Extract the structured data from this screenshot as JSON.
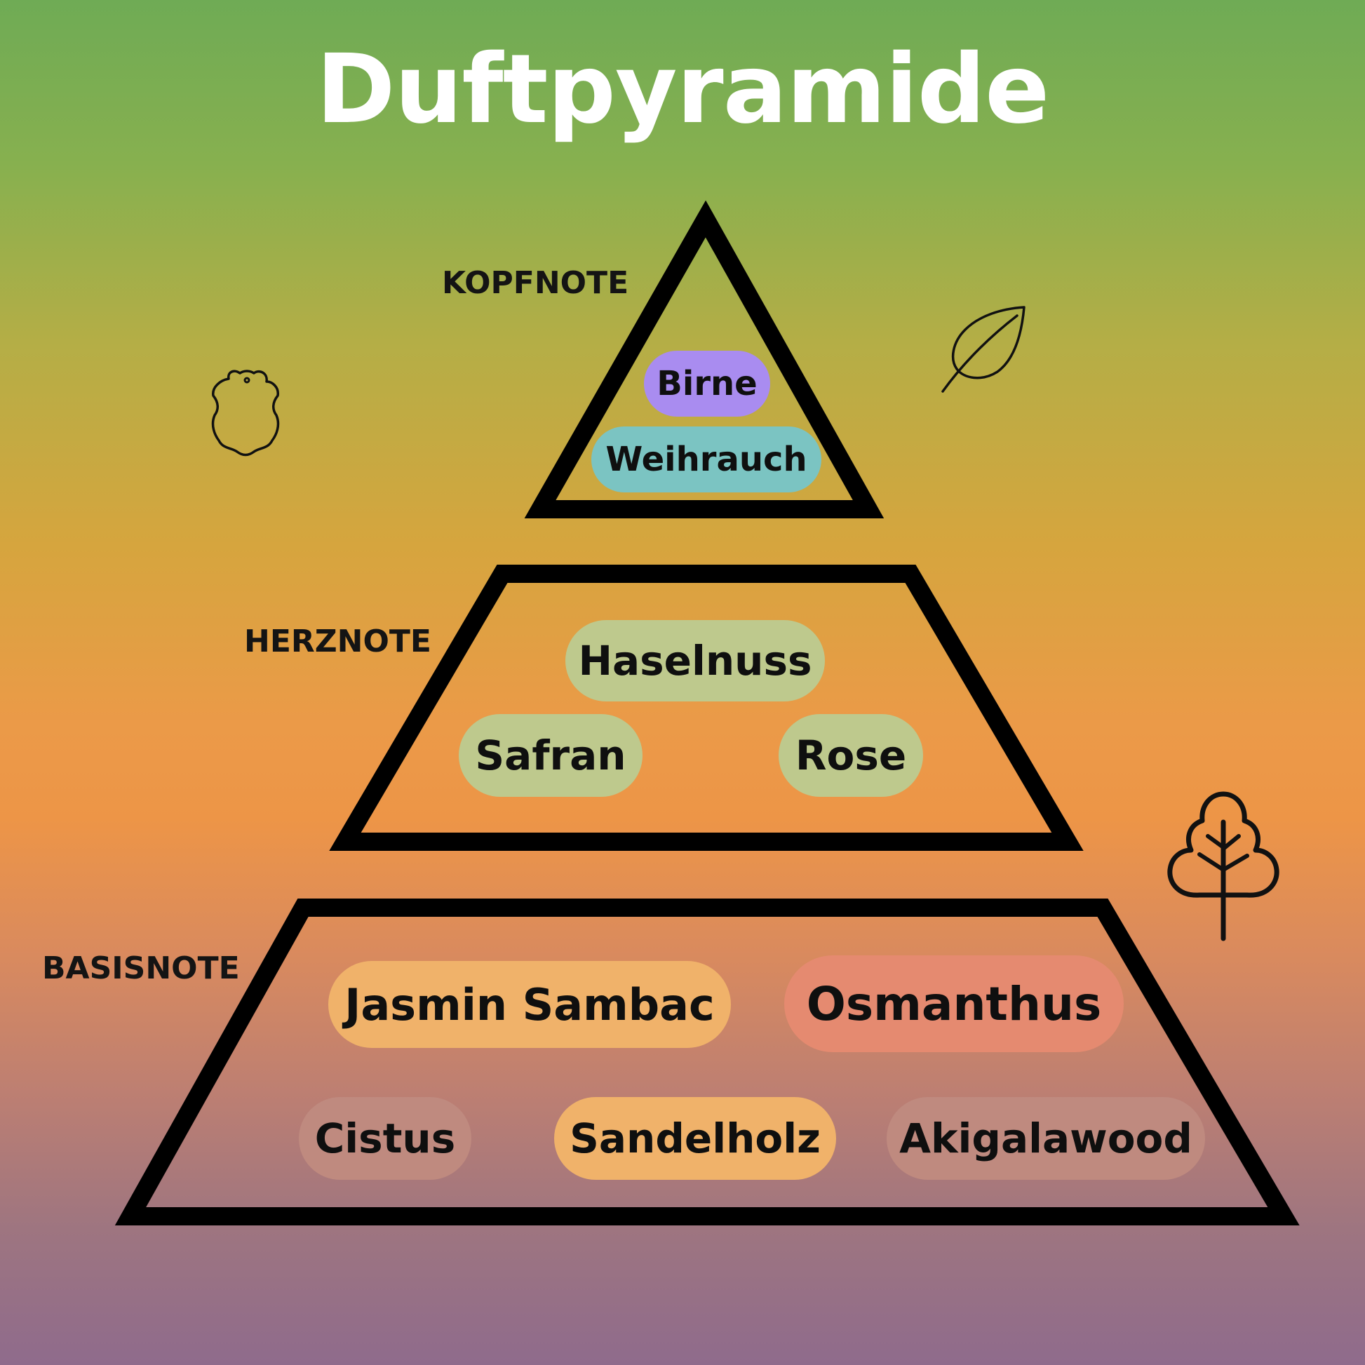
{
  "title": "Duftpyramide",
  "tiers": {
    "top": {
      "label": "KOPFNOTE",
      "notes": [
        {
          "name": "Birne",
          "color": "#a98cf0"
        },
        {
          "name": "Weihrauch",
          "color": "#7bc4c2"
        }
      ]
    },
    "middle": {
      "label": "HERZNOTE",
      "notes": [
        {
          "name": "Haselnuss",
          "color": "#bec98d"
        },
        {
          "name": "Safran",
          "color": "#bec98d"
        },
        {
          "name": "Rose",
          "color": "#bec98d"
        }
      ]
    },
    "base": {
      "label": "BASISNOTE",
      "notes": [
        {
          "name": "Jasmin Sambac",
          "color": "#f0b26a"
        },
        {
          "name": "Osmanthus",
          "color": "#e58a70"
        },
        {
          "name": "Cistus",
          "color": "#bf8a7f"
        },
        {
          "name": "Sandelholz",
          "color": "#f0b26a"
        },
        {
          "name": "Akigalawood",
          "color": "#bf8a7f"
        }
      ]
    }
  },
  "icons": [
    "leather-icon",
    "leaf-icon",
    "tree-icon"
  ]
}
